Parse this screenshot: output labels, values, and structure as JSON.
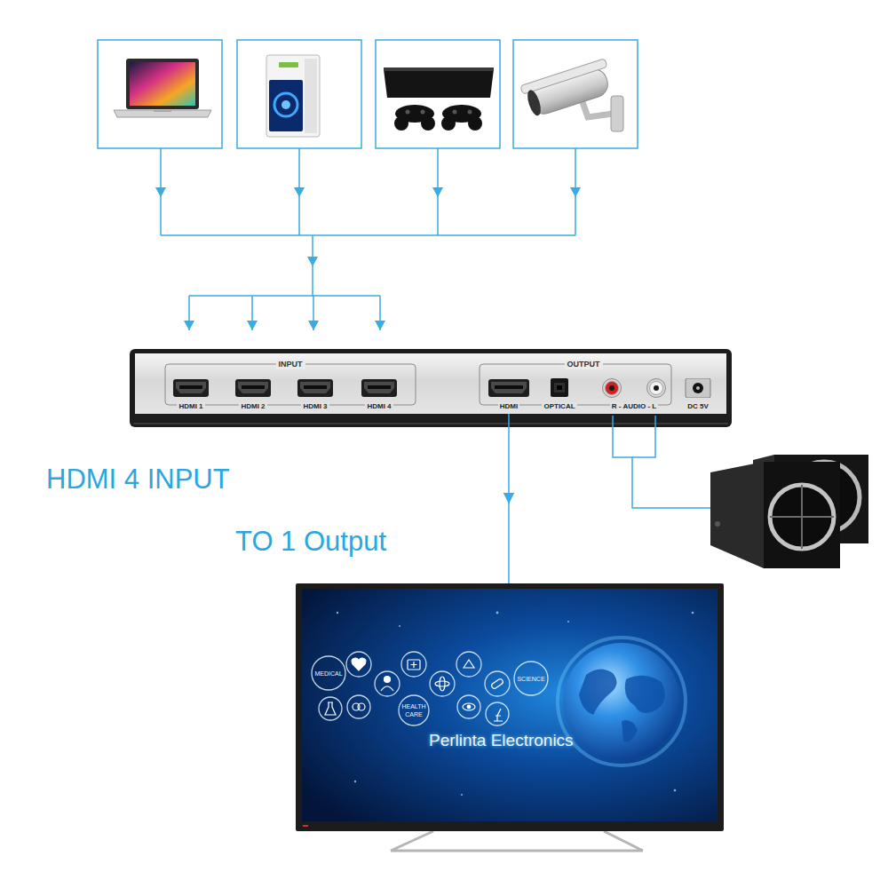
{
  "diagram": {
    "nodes": [
      {
        "text": [
          "INPUT",
          "OUTPUT"
        ]
      },
      {
        "text": [
          "HDMI 1"
        ],
        "in": 0
      },
      {
        "text": [
          "HDMI 2"
        ],
        "in": 0
      },
      {
        "text": [
          "HDMI 3"
        ],
        "in": 0
      },
      {
        "text": [
          "HDMI 4"
        ],
        "in": 0
      },
      {
        "text": [
          "HDMI"
        ],
        "in": 0
      },
      {
        "text": [
          "OPTICAL"
        ],
        "in": 0
      },
      {
        "text": [
          "R - AUDIO - L"
        ],
        "in": 0
      },
      {
        "text": [
          "DC 5V"
        ],
        "in": 0
      },
      {
        "text": [
          "MEDICAL",
          "HEALTH CARE",
          "SCIENCE",
          "Perlinta Electronics"
        ]
      }
    ],
    "edges": [
      {
        "from": 5,
        "to": 9,
        "arrow": "to"
      }
    ],
    "labels": [
      "HDMI 4 INPUT",
      "TO 1 Output"
    ]
  }
}
